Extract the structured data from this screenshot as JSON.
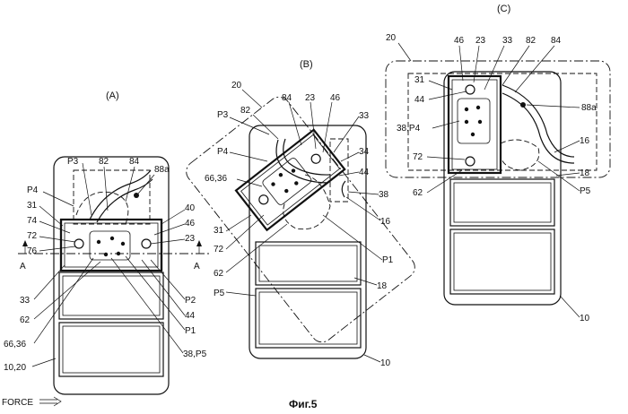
{
  "panels": {
    "a": {
      "label": "(A)",
      "refs": [
        "P3",
        "82",
        "84",
        "88a",
        "P4",
        "31",
        "74",
        "72",
        "76",
        "40",
        "46",
        "23",
        "A",
        "A",
        "33",
        "P2",
        "62",
        "44",
        "P1",
        "66,36",
        "38,P5",
        "10,20"
      ],
      "force_label": "FORCE"
    },
    "b": {
      "label": "(B)",
      "refs": [
        "20",
        "82",
        "84",
        "23",
        "46",
        "P3",
        "33",
        "34",
        "P4",
        "66,36",
        "44",
        "38",
        "16",
        "31",
        "72",
        "P1",
        "62",
        "18",
        "P5",
        "10"
      ]
    },
    "c": {
      "label": "(C)",
      "refs": [
        "20",
        "46",
        "23",
        "33",
        "82",
        "84",
        "31",
        "44",
        "88a",
        "38,P4",
        "16",
        "72",
        "62",
        "18",
        "P5",
        "10"
      ]
    }
  },
  "caption": "Фиг.5"
}
